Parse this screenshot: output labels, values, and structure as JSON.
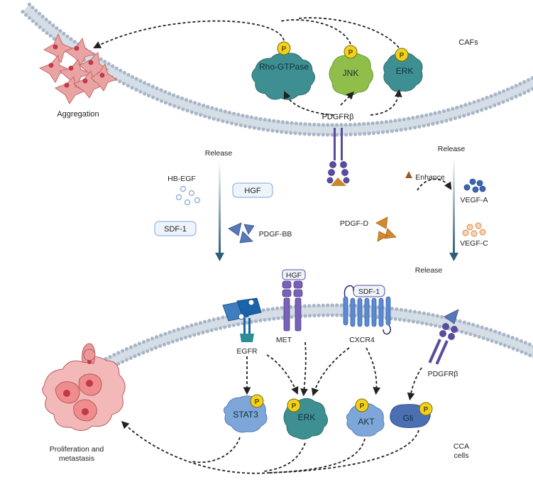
{
  "labels": {
    "cafs": "CAFs",
    "aggregation": "Aggregation",
    "release_left": "Release",
    "release_right": "Release",
    "release_bottom": "Release",
    "hb_egf": "HB-EGF",
    "hgf": "HGF",
    "sdf1": "SDF-1",
    "pdgf_bb": "PDGF-BB",
    "pdgf_d": "PDGF-D",
    "enhance": "Enhance",
    "vegf_a": "VEGF-A",
    "vegf_c": "VEGF-C",
    "pdgfrb_top": "PDGFRβ",
    "pdgfrb_bottom": "PDGFRβ",
    "egfr": "EGFR",
    "met": "MET",
    "cxcr4": "CXCR4",
    "hgf_bound": "HGF",
    "sdf1_bound": "SDF-1",
    "proliferation_line1": "Proliferation and",
    "proliferation_line2": "metastasis",
    "cca_line1": "CCA",
    "cca_line2": "cells"
  },
  "kinases_top": {
    "rho": "Rho-GTPase",
    "jnk": "JNK",
    "erk": "ERK"
  },
  "kinases_bottom": {
    "stat3": "STAT3",
    "erk": "ERK",
    "akt": "AKT",
    "gli": "Gli"
  },
  "phospho_label": "P",
  "colors": {
    "membrane_head": "#a8b6c8",
    "membrane_tail": "#d5dde6",
    "teal_kinase": "#3e8f92",
    "green_kinase": "#8fbf4a",
    "blue_kinase": "#7fa6d8",
    "phospho": "#f2d21c",
    "receptor_purple": "#5a4b9c",
    "pdgf_orange": "#c9862a",
    "cell_pink": "#e9999c",
    "arrow_gradient_end": "#2f5f78"
  }
}
